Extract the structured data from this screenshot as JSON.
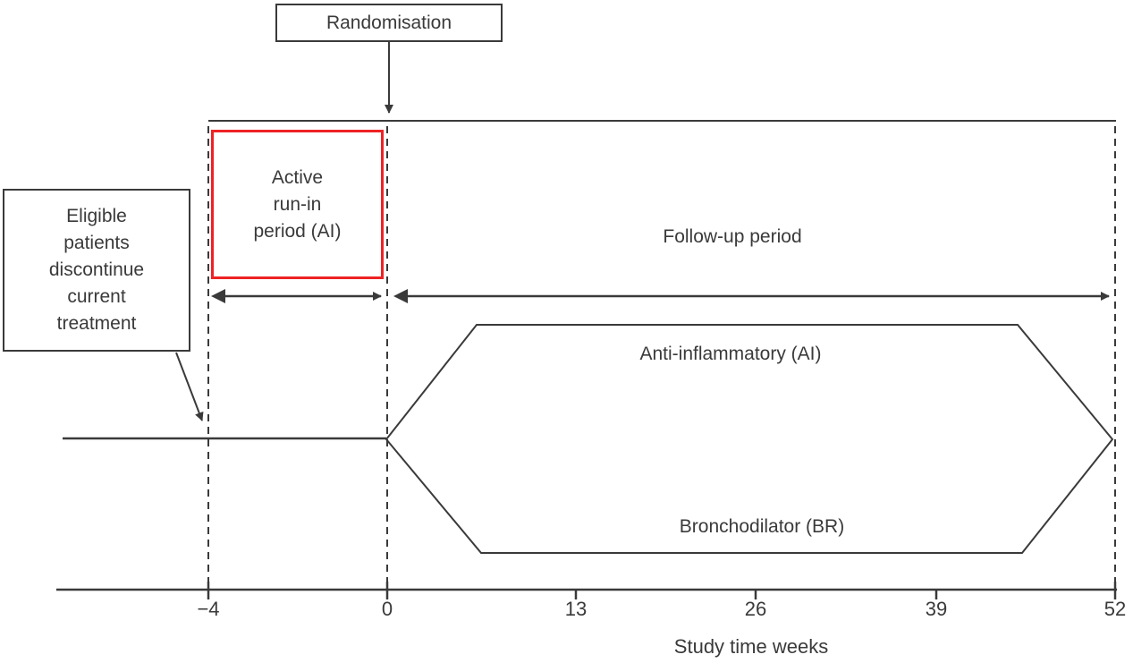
{
  "figure": {
    "randomisation_label": "Randomisation",
    "eligible_box": {
      "lines": [
        "Eligible",
        "patients",
        "discontinue",
        "current",
        "treatment"
      ]
    },
    "active_runin_box": {
      "lines": [
        "Active",
        "run-in",
        "period (AI)"
      ]
    },
    "followup_label": "Follow-up period",
    "arm_top_label": "Anti-inflammatory (AI)",
    "arm_bottom_label": "Bronchodilator (BR)",
    "axis": {
      "title": "Study time weeks",
      "ticks": [
        "−4",
        "0",
        "13",
        "26",
        "39",
        "52"
      ]
    },
    "colors": {
      "line": "#3a3a3a",
      "highlight_red": "#ee2224"
    }
  },
  "chart_data": {
    "type": "table",
    "title": "Clinical study design timeline",
    "xlabel": "Study time weeks",
    "x_ticks": [
      -4,
      0,
      13,
      26,
      39,
      52
    ],
    "periods": [
      {
        "name": "Active run-in period (AI)",
        "start_week": -4,
        "end_week": 0
      },
      {
        "name": "Follow-up period",
        "start_week": 0,
        "end_week": 52
      }
    ],
    "events": [
      {
        "name": "Eligible patients discontinue current treatment",
        "week": -4
      },
      {
        "name": "Randomisation",
        "week": 0
      }
    ],
    "arms": [
      "Anti-inflammatory (AI)",
      "Bronchodilator (BR)"
    ]
  }
}
